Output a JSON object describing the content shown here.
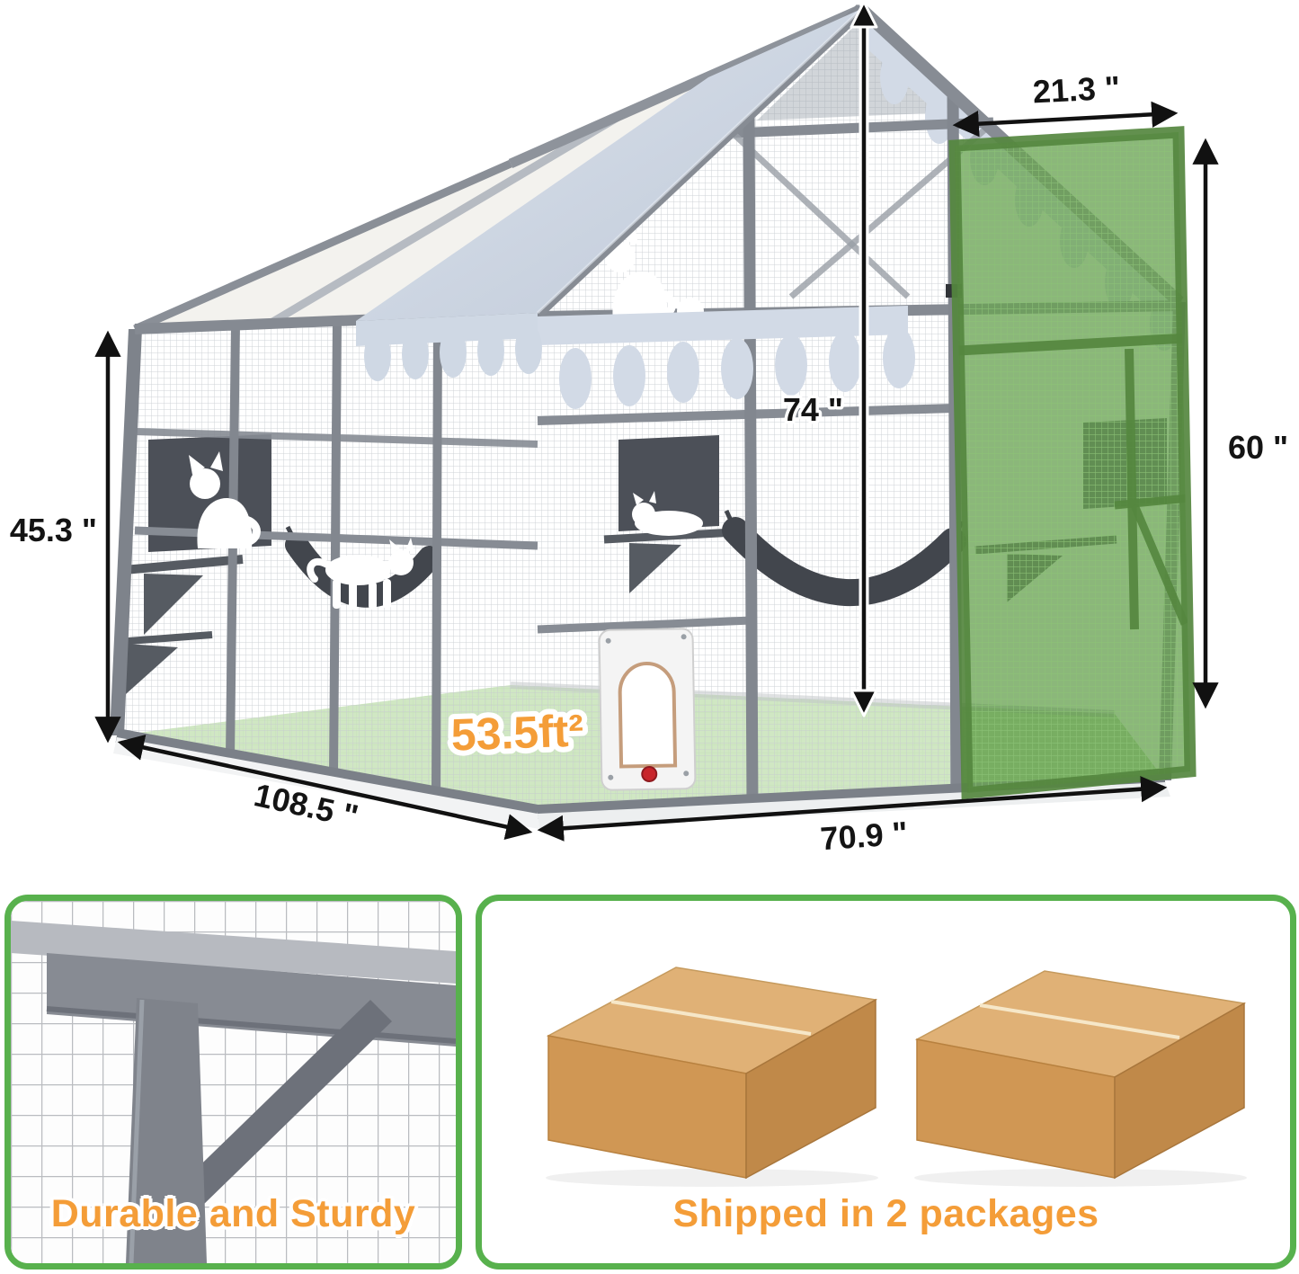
{
  "colors": {
    "accent_orange": "#f49d38",
    "panel_border_green": "#58b14d",
    "door_green": "#6aa355",
    "canopy_blue": "#c9d3e0",
    "frame_gray": "#82878f",
    "floor_green": "#a9d492",
    "carton_tan": "#d09754",
    "dark_shelf": "#4c5058"
  },
  "diagram": {
    "area_label": "53.5ft²",
    "dims": {
      "door_width": "21.3 \"",
      "door_height": "60 \"",
      "peak_height": "74 \"",
      "side_height": "45.3 \"",
      "length": "108.5 \"",
      "front_width": "70.9 \""
    }
  },
  "panels": {
    "durability": {
      "caption": "Durable and Sturdy"
    },
    "shipping": {
      "caption": "Shipped in 2 packages"
    }
  },
  "icons": {
    "cat": "cat-silhouette-icon",
    "cat_flap": "cat-flap-door",
    "package": "package-box-icon"
  }
}
